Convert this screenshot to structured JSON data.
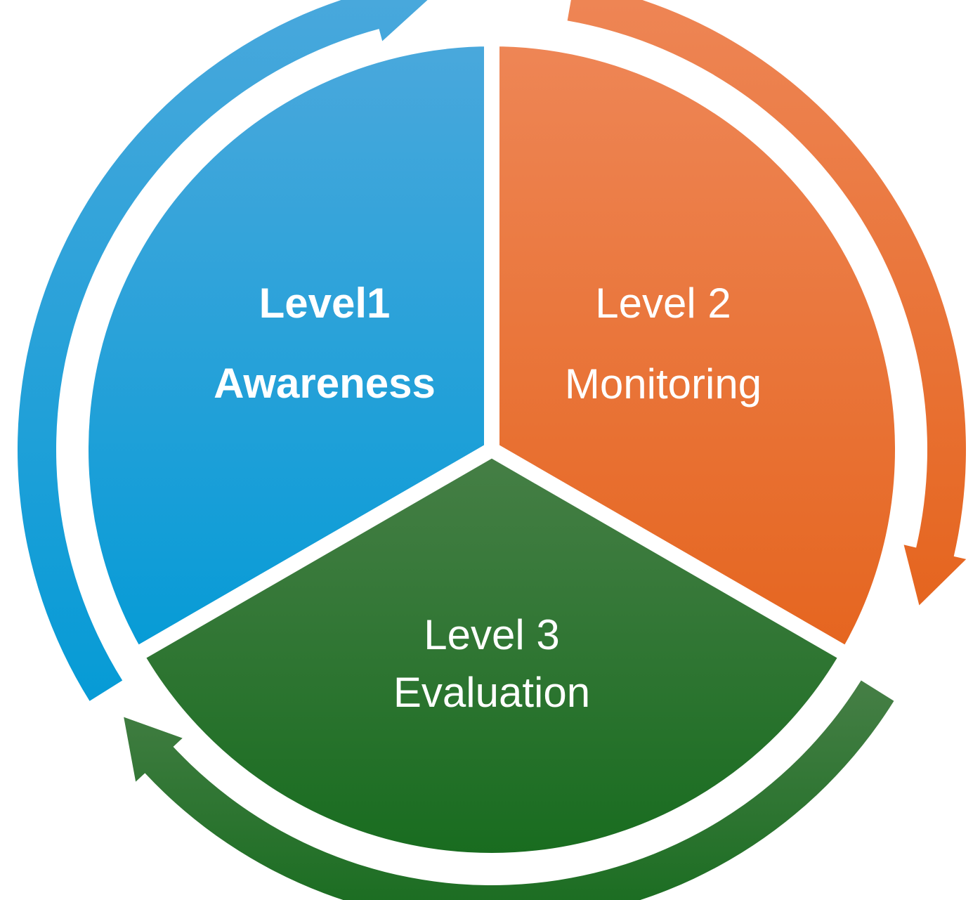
{
  "colors": {
    "awareness_top": "#4aa8dc",
    "awareness_bottom": "#069bd6",
    "monitoring_top": "#ee8656",
    "monitoring_bottom": "#e5651f",
    "evaluation_top": "#467f46",
    "evaluation_bottom": "#186c1f",
    "background": "#ffffff"
  },
  "segments": [
    {
      "id": "awareness",
      "line1": "Level1",
      "line2": "Awareness"
    },
    {
      "id": "monitoring",
      "line1": "Level 2",
      "line2": "Monitoring"
    },
    {
      "id": "evaluation",
      "line1": "Level 3",
      "line2": "Evaluation"
    }
  ],
  "arrows": [
    {
      "name": "blue-cycle-arrow-icon",
      "direction": "clockwise"
    },
    {
      "name": "orange-cycle-arrow-icon",
      "direction": "clockwise"
    },
    {
      "name": "green-cycle-arrow-icon",
      "direction": "clockwise"
    }
  ]
}
